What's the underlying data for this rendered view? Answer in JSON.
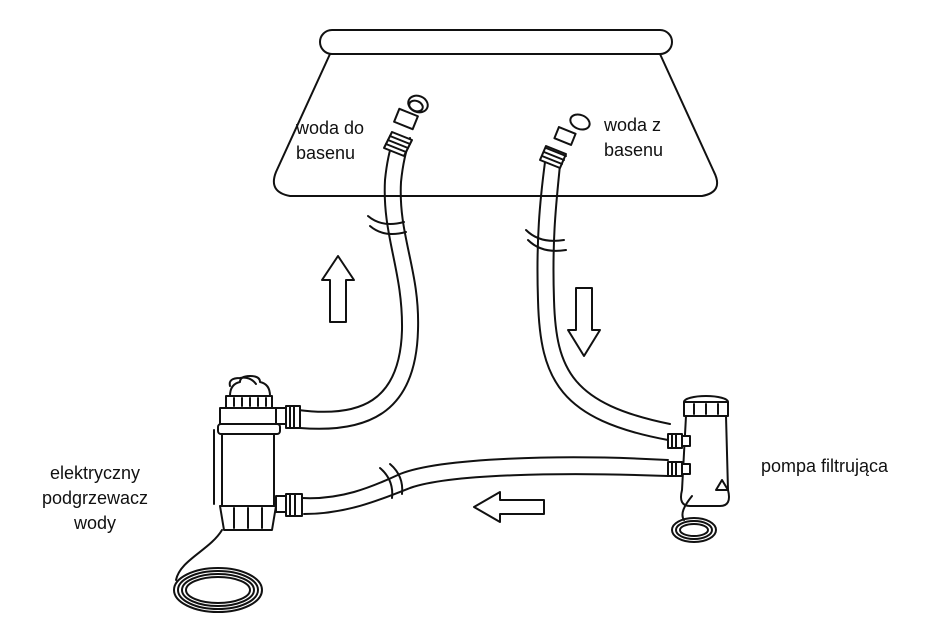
{
  "labels": {
    "water_to_pool": [
      "woda do",
      "basenu"
    ],
    "water_from_pool": [
      "woda z",
      "basenu"
    ],
    "filter_pump": "pompa filtrująca",
    "heater": [
      "elektryczny",
      "podgrzewacz",
      "wody"
    ]
  },
  "colors": {
    "line": "#111111",
    "background": "#ffffff"
  },
  "flow_arrows": [
    "up",
    "down",
    "left"
  ]
}
